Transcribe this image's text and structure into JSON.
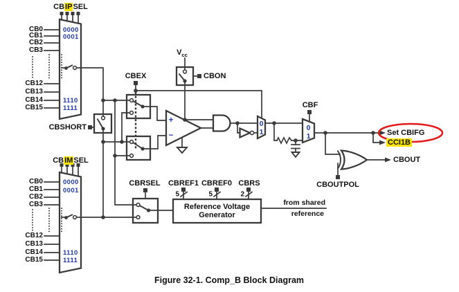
{
  "figure": {
    "caption": "Figure 32-1. Comp_B Block Diagram"
  },
  "colors": {
    "line": "#3a3a3a",
    "blue": "#2038a8",
    "yellow": "#f9e400",
    "red": "#e31b1b"
  },
  "pos_mux": {
    "label": {
      "prefix": "CB",
      "highlight": "IP",
      "suffix": "SEL"
    },
    "inputs": [
      "CB0",
      "CB1",
      "CB2",
      "CB3",
      "CB12",
      "CB13",
      "CB14",
      "CB15"
    ],
    "codes": [
      "0000",
      "0001",
      "1110",
      "1111"
    ]
  },
  "neg_mux": {
    "label": {
      "prefix": "CB",
      "highlight": "IM",
      "suffix": "SEL"
    },
    "inputs": [
      "CB0",
      "CB1",
      "CB2",
      "CB3",
      "CB12",
      "CB13",
      "CB14",
      "CB15"
    ],
    "codes": [
      "0000",
      "0001",
      "1110",
      "1111"
    ]
  },
  "controls": {
    "cbshort": "CBSHORT",
    "cbex": "CBEX",
    "vcc_main": "V",
    "vcc_sub": "cc",
    "cbon": "CBON",
    "cbf": "CBF",
    "cbrsel": "CBRSEL",
    "cboutpol": "CBOUTPOL"
  },
  "comparator": {
    "plus": "+",
    "minus": "−"
  },
  "mux_ports": {
    "zero": "0",
    "one": "1"
  },
  "ref_gen": {
    "line1": "Reference Voltage",
    "line2": "Generator",
    "inputs": [
      {
        "name": "CBREF1",
        "bits": "5"
      },
      {
        "name": "CBREF0",
        "bits": "5"
      },
      {
        "name": "CBRS",
        "bits": "2"
      }
    ],
    "shared_ref_line1": "from shared",
    "shared_ref_line2": "reference"
  },
  "outputs": {
    "set_cbifg": "Set CBIFG",
    "cci1b": "CCI1B",
    "cbout": "CBOUT"
  }
}
